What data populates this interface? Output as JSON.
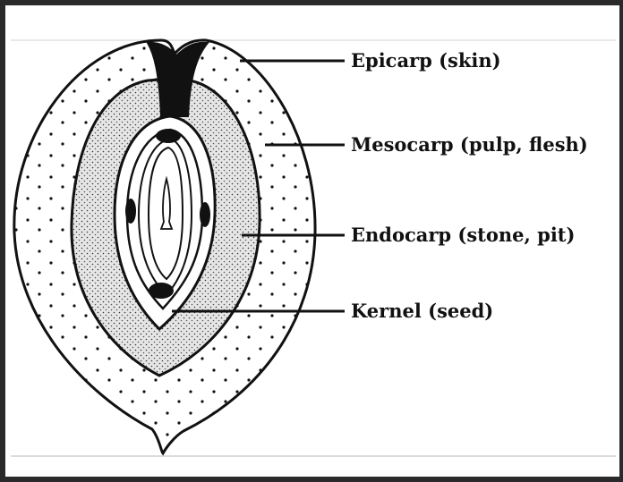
{
  "labels": {
    "epicarp": "Epicarp (skin)",
    "mesocarp": "Mesocarp (pulp, flesh)",
    "endocarp": "Endocarp (stone, pit)",
    "kernel": "Kernel (seed)"
  },
  "colors": {
    "ink": "#111111",
    "frame": "#2a2a2a",
    "endocarp_fill": "#d9d9d9"
  }
}
